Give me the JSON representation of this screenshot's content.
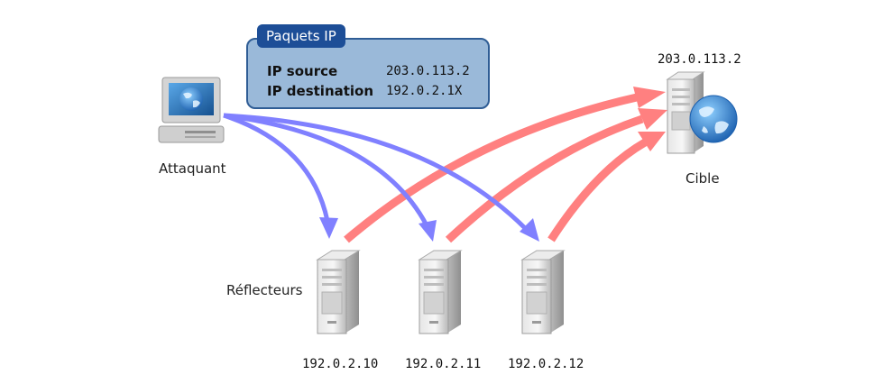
{
  "packet": {
    "title": "Paquets IP",
    "fields": [
      {
        "name": "IP source",
        "value": "203.0.113.2"
      },
      {
        "name": "IP destination",
        "value": "192.0.2.1X"
      }
    ]
  },
  "attacker": {
    "label": "Attaquant"
  },
  "reflectors_label": "Réflecteurs",
  "reflectors": [
    {
      "ip": "192.0.2.10"
    },
    {
      "ip": "192.0.2.11"
    },
    {
      "ip": "192.0.2.12"
    }
  ],
  "target": {
    "label": "Cible",
    "ip": "203.0.113.2"
  },
  "colors": {
    "request_arrow": "#8080ff",
    "response_arrow": "#ff8080",
    "box_fill": "#9ab9d9",
    "box_border": "#2f5d95",
    "tab_fill": "#1d4e97"
  }
}
